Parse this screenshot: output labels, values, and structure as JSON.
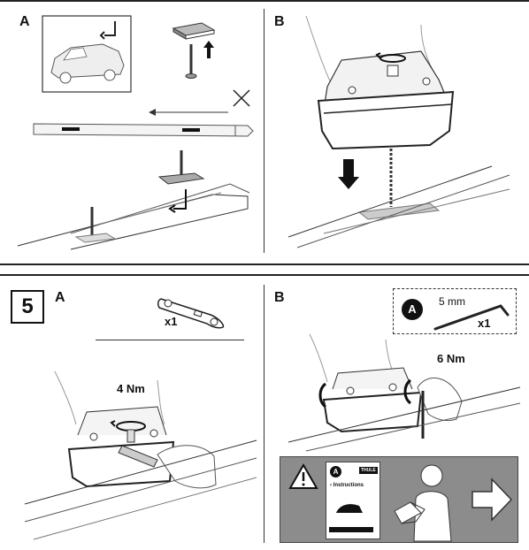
{
  "top": {
    "panel_a": {
      "letter": "A"
    },
    "panel_b": {
      "letter": "B"
    }
  },
  "step5": {
    "number": "5",
    "panel_a": {
      "letter": "A",
      "qty": "x1",
      "torque": "4 Nm"
    },
    "panel_b": {
      "letter": "B",
      "tool_badge": "A",
      "tool_size": "5 mm",
      "tool_qty": "x1",
      "torque": "6 Nm",
      "booklet_brand": "THULE",
      "booklet_badge": "A",
      "booklet_title": "› Instructions"
    }
  },
  "colors": {
    "line": "#222222",
    "warning_panel": "#8c8c8c"
  }
}
